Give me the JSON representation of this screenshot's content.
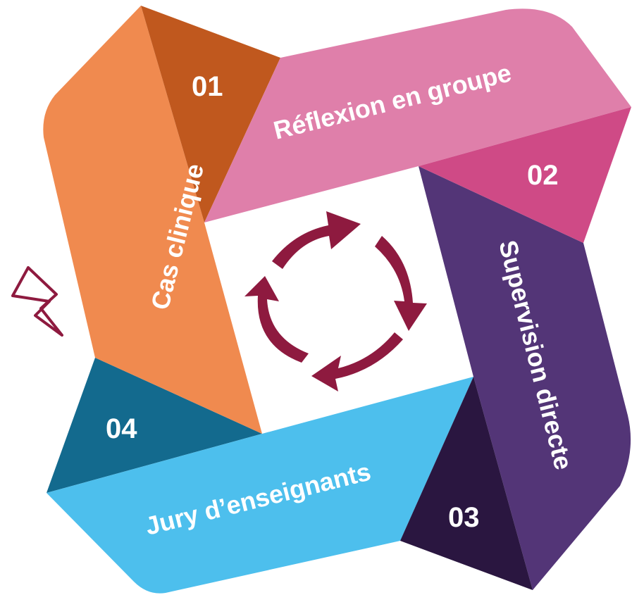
{
  "steps": [
    {
      "number": "01",
      "label": "Cas clinique",
      "color": "#F08A4F",
      "fold_color": "#C0581E"
    },
    {
      "number": "02",
      "label": "Réflexion en groupe",
      "color": "#DF7FAA",
      "fold_color": "#CF4A86"
    },
    {
      "number": "03",
      "label": "Supervision directe",
      "color": "#533577",
      "fold_color": "#2A1640"
    },
    {
      "number": "04",
      "label": "Jury d’enseignants",
      "color": "#4DBFED",
      "fold_color": "#136A8E"
    }
  ],
  "colors": {
    "cycle_arrows": "#8E1A3F",
    "lightning": "#8E1A3F"
  },
  "icons": {
    "center": "cycle-arrows-icon",
    "decoration": "lightning-icon"
  }
}
